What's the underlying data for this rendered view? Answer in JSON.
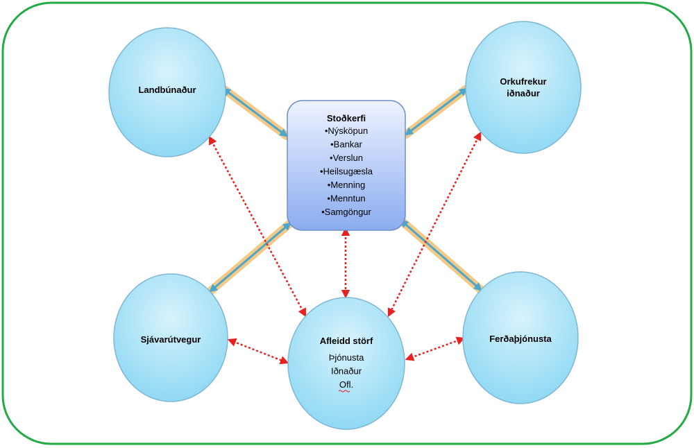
{
  "colors": {
    "frame": "#22aa44",
    "circle_fill_top": "#cdeefa",
    "circle_fill_bottom": "#8fd8f4",
    "circle_stroke": "#7fb6d6",
    "box_fill_top": "#e8f0ff",
    "box_fill_bottom": "#8fb0f2",
    "box_stroke": "#6f8ec8",
    "solid_arrow": "#4aa6cc",
    "solid_arrow_glow": "#f3c071",
    "dotted_arrow": "#e8201f"
  },
  "nodes": {
    "landbunadur": {
      "label": "Landbúnaður"
    },
    "orkufrekur": {
      "line1": "Orkufrekur",
      "line2": "iðnaður"
    },
    "sjavarutvegur": {
      "label": "Sjávarútvegur"
    },
    "ferdathjonusta": {
      "label": "Ferðaþjónusta"
    },
    "stodkerfi": {
      "title": "Stoðkerfi",
      "items": [
        "•Nýsköpun",
        "•Bankar",
        "•Verslun",
        "•Heilsugæsla",
        "•Menning",
        "•Menntun",
        "•Samgöngur"
      ]
    },
    "afleidd": {
      "title": "Afleidd störf",
      "items": [
        "Þjónusta",
        "Iðnaður",
        "Ofl."
      ]
    }
  }
}
